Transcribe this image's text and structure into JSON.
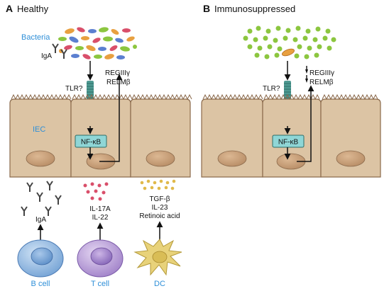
{
  "colors": {
    "label_blue": "#2f8fd8",
    "cell_fill": "#dcc4a4",
    "cell_stroke": "#8b6a4c",
    "nucleus": "#c9a27c",
    "nfkb_box": "#8fd6d6",
    "receptor": "#4e9a92",
    "bcell": "#8fb6df",
    "tcell": "#b69ad6",
    "dc": "#e8d27a",
    "green_bacteria": "#8cc63f"
  },
  "icons": [
    "arrow-icon",
    "y-antibody-icon",
    "bacterium-icon",
    "receptor-icon"
  ],
  "panel_a": {
    "letter": "A",
    "title": "Healthy",
    "bacteria_label": "Bacteria",
    "iga_top": "IgA",
    "tlr": "TLR?",
    "reg": "REGIIIγ",
    "relm": "RELMβ",
    "iec": "IEC",
    "nfkb": "NF-κB",
    "iga_bottom": "IgA",
    "tcell_line1": "IL-17A",
    "tcell_line2": "IL-22",
    "dc_line1": "TGF-β",
    "dc_line2": "IL-23",
    "dc_line3": "Retinoic acid",
    "bcell": "B cell",
    "tcell": "T cell",
    "dc": "DC"
  },
  "panel_b": {
    "letter": "B",
    "title": "Immunosuppressed",
    "tlr": "TLR?",
    "reg": "REGIIIγ",
    "relm": "RELMβ",
    "nfkb": "NF-κB"
  }
}
